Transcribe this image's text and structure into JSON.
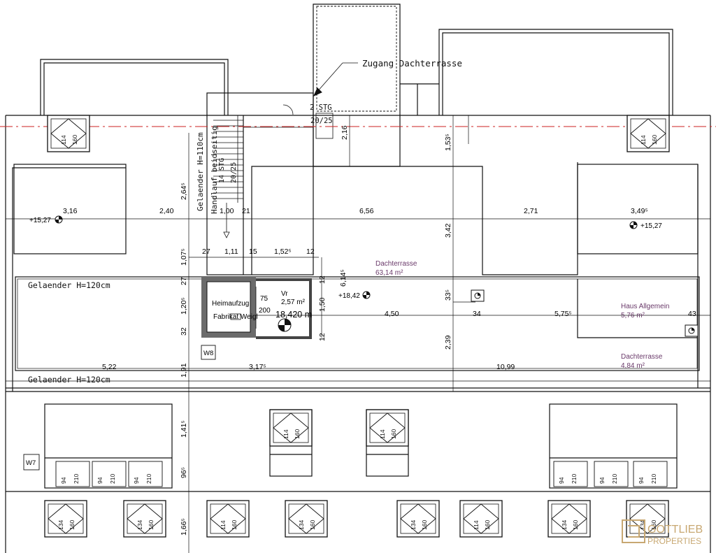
{
  "annotations": {
    "zugang": "Zugang Dachterrasse",
    "stg_top": "2 STG",
    "stg_top_ratio": "20/25",
    "stg_main": "14 STG",
    "stg_main_ratio": "20/25",
    "gelaender_110": "Gelaender H=110cm",
    "handlauf": "Handlauf beidseitig",
    "gelaender_120_top": "Gelaender H=120cm",
    "gelaender_120_bottom": "Gelaender H=120cm",
    "heimaufzug": "Heimaufzug",
    "fabrikat": "Fabrikat Weigl",
    "level_main": "18,420 m"
  },
  "levels": {
    "left": "+15,27",
    "right": "+15,27",
    "center": "+18,42"
  },
  "rooms": {
    "dachterrasse_main_name": "Dachterrasse",
    "dachterrasse_main_area": "63,14 m²",
    "haus_allgemein_name": "Haus Allgemein",
    "haus_allgemein_area": "5,76 m²",
    "dachterrasse_small_name": "Dachterrasse",
    "dachterrasse_small_area": "4,84 m²",
    "vr_name": "Vr",
    "vr_area": "2,57 m²"
  },
  "dimensions": {
    "d316": "3,16",
    "d240": "2,40",
    "d100": "1,00",
    "d21": "21",
    "d656": "6,56",
    "d271": "2,71",
    "d349": "3,49⁵",
    "d27a": "27",
    "d111": "1,11",
    "d15": "15",
    "d152": "1,52⁵",
    "d12a": "12",
    "d264": "2,64⁵",
    "d107": "1,07⁵",
    "d27b": "27",
    "d120": "1,20⁵",
    "d32": "32",
    "d191": "1,91",
    "d141": "1,41⁵",
    "d96": "96⁵",
    "d166": "1,66⁵",
    "d216": "2,16",
    "d153": "1,53⁵",
    "d342": "3,42",
    "d614": "6,14⁵",
    "d12b": "12",
    "d150": "1,50",
    "d12c": "12",
    "d75": "75",
    "d200": "200",
    "d450": "4,50",
    "d33": "33⁵",
    "d34": "34",
    "d575": "5,75⁵",
    "d43": "43",
    "d239": "2,39",
    "d522": "5,22",
    "d317": "3,17⁵",
    "d1099": "10,99"
  },
  "windows": {
    "dormer_w": "114",
    "dormer_h": "160",
    "lower_w": "134",
    "lower_h": "160",
    "small_w": "94",
    "small_h": "210",
    "tag_w8": "W8",
    "tag_w7": "W7"
  },
  "logo": {
    "line1": "GOTTLIEB",
    "line2": "PROPERTIES",
    "color": "#c8a872"
  },
  "colors": {
    "axis": "#cc2222",
    "wall": "#6b6b6b",
    "label": "#6a3a6a"
  }
}
